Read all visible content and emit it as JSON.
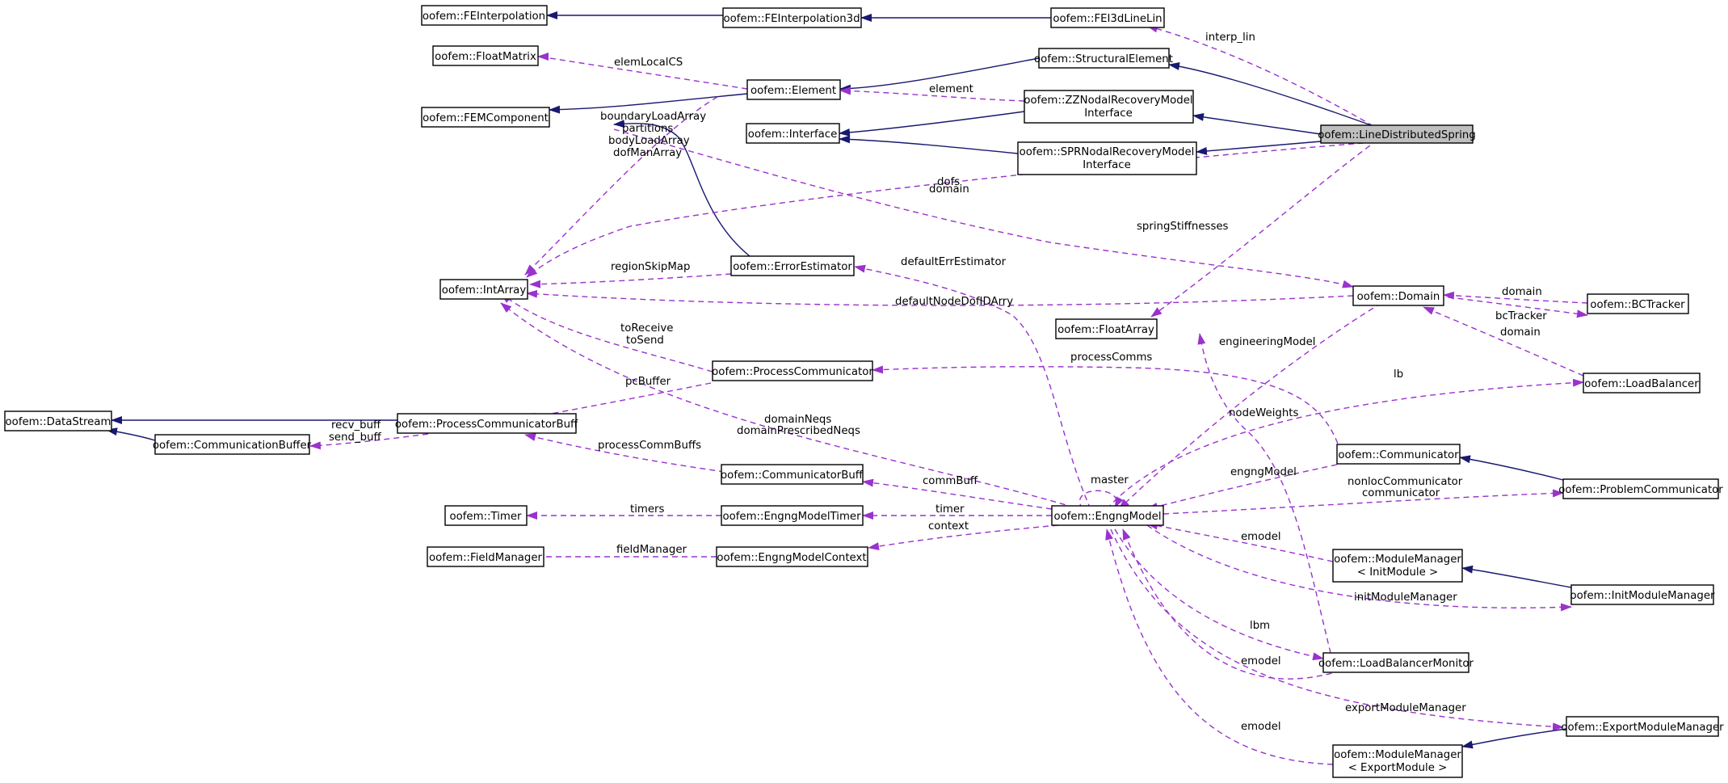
{
  "diagram": {
    "nodes": {
      "lds": {
        "label": "oofem::LineDistributedSpring",
        "highlight": true
      },
      "feinterp": {
        "label": "oofem::FEInterpolation"
      },
      "feinterp3d": {
        "label": "oofem::FEInterpolation3d"
      },
      "fei3d": {
        "label": "oofem::FEI3dLineLin"
      },
      "floatmatrix": {
        "label": "oofem::FloatMatrix"
      },
      "element": {
        "label": "oofem::Element"
      },
      "structel": {
        "label": "oofem::StructuralElement"
      },
      "femcomp": {
        "label": "oofem::FEMComponent"
      },
      "zz": {
        "label": "oofem::ZZNodalRecoveryModel",
        "label2": "Interface"
      },
      "interface": {
        "label": "oofem::Interface"
      },
      "spr": {
        "label": "oofem::SPRNodalRecoveryModel",
        "label2": "Interface"
      },
      "intarray": {
        "label": "oofem::IntArray"
      },
      "errest": {
        "label": "oofem::ErrorEstimator"
      },
      "domain": {
        "label": "oofem::Domain"
      },
      "bctracker": {
        "label": "oofem::BCTracker"
      },
      "floatarray": {
        "label": "oofem::FloatArray"
      },
      "proccomm": {
        "label": "oofem::ProcessCommunicator"
      },
      "loadbal": {
        "label": "oofem::LoadBalancer"
      },
      "datastream": {
        "label": "oofem::DataStream"
      },
      "pcbuff": {
        "label": "oofem::ProcessCommunicatorBuff"
      },
      "commbuffer": {
        "label": "oofem::CommunicationBuffer"
      },
      "communicator": {
        "label": "oofem::Communicator"
      },
      "commbuff": {
        "label": "oofem::CommunicatorBuff"
      },
      "probcomm": {
        "label": "oofem::ProblemCommunicator"
      },
      "timer": {
        "label": "oofem::Timer"
      },
      "emtimer": {
        "label": "oofem::EngngModelTimer"
      },
      "engng": {
        "label": "oofem::EngngModel"
      },
      "fieldman": {
        "label": "oofem::FieldManager"
      },
      "emcontext": {
        "label": "oofem::EngngModelContext"
      },
      "mminit": {
        "label": "oofem::ModuleManager",
        "label2": "< InitModule >"
      },
      "initmm": {
        "label": "oofem::InitModuleManager"
      },
      "lbmon": {
        "label": "oofem::LoadBalancerMonitor"
      },
      "exportmm": {
        "label": "oofem::ExportModuleManager"
      },
      "mmexport": {
        "label": "oofem::ModuleManager",
        "label2": "< ExportModule >"
      }
    },
    "edge_labels": {
      "interp_lin": "interp_lin",
      "elemLocalCS": "elemLocalCS",
      "element": "element",
      "boundaryLoadArray": "boundaryLoadArray",
      "partitions": "partitions",
      "bodyLoadArray": "bodyLoadArray",
      "dofManArray": "dofManArray",
      "domain_top": "domain",
      "dofs": "dofs",
      "springStiffnesses": "springStiffnesses",
      "regionSkipMap": "regionSkipMap",
      "defaultErrEstimator": "defaultErrEstimator",
      "defaultNodeDofIDArry": "defaultNodeDofIDArry",
      "domain_bc": "domain",
      "bcTracker": "bcTracker",
      "domain_lb": "domain",
      "toReceive": "toReceive",
      "toSend": "toSend",
      "engineeringModel": "engineeringModel",
      "processComms": "processComms",
      "pcBuffer": "pcBuffer",
      "lb": "lb",
      "nodeWeights": "nodeWeights",
      "recv_buff": "recv_buff",
      "send_buff": "send_buff",
      "domainNeqs": "domainNeqs",
      "domainPrescribedNeqs": "domainPrescribedNeqs",
      "processCommBuffs": "processCommBuffs",
      "master": "master",
      "engngModel": "engngModel",
      "commBuff": "commBuff",
      "nonlocCommunicator": "nonlocCommunicator",
      "communicator": "communicator",
      "timers": "timers",
      "timer": "timer",
      "context": "context",
      "fieldManager": "fieldManager",
      "emodel_init": "emodel",
      "initModuleManager": "initModuleManager",
      "lbm": "lbm",
      "emodel_lbm": "emodel",
      "exportModuleManager": "exportModuleManager",
      "emodel_export": "emodel"
    },
    "colors": {
      "inheritance": "#191970",
      "usage": "#9a32cd",
      "highlight_fill": "#bfbfbf"
    }
  }
}
